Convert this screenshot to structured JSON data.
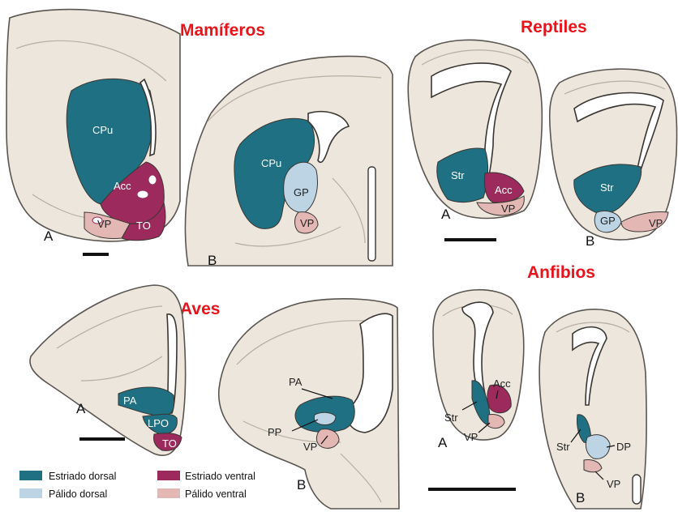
{
  "titles": {
    "mammals": "Mamíferos",
    "reptiles": "Reptiles",
    "birds": "Aves",
    "amphibians": "Anfibios"
  },
  "panels": {
    "a": "A",
    "b": "B"
  },
  "regions": {
    "cpu": "CPu",
    "acc": "Acc",
    "vp": "VP",
    "to": "TO",
    "gp": "GP",
    "str": "Str",
    "pa": "PA",
    "lpo": "LPO",
    "pp": "PP",
    "dp": "DP"
  },
  "legend": {
    "dorsal_striatum": "Estriado dorsal",
    "ventral_striatum": "Estriado ventral",
    "dorsal_pallidum": "Pálido dorsal",
    "ventral_pallidum": "Pálido ventral"
  },
  "colors": {
    "dorsal_striatum": "#1f7082",
    "ventral_striatum": "#9c2a5c",
    "dorsal_pallidum": "#bcd4e4",
    "ventral_pallidum": "#e2b7b4",
    "tissue": "#ece6dc",
    "title": "#e8141c"
  }
}
